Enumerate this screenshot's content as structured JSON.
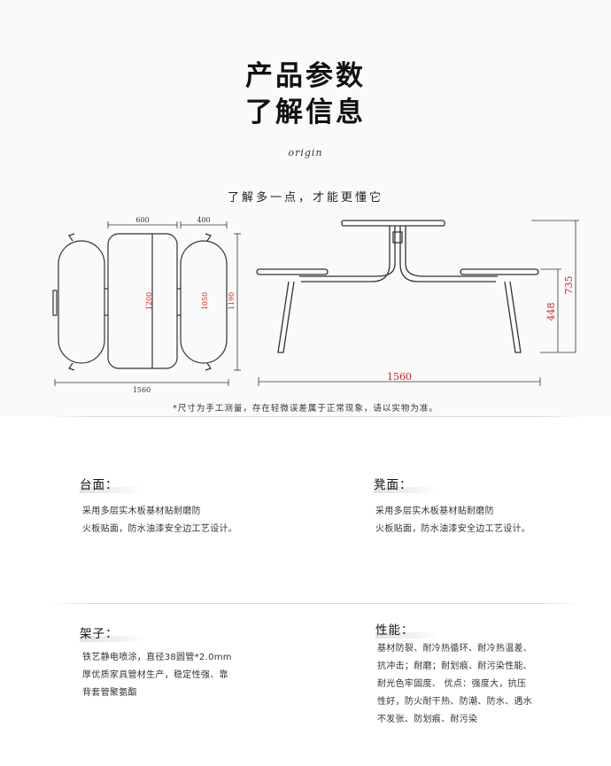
{
  "header": {
    "title_line1": "产品参数",
    "title_line2": "了解信息",
    "origin": "origin",
    "subtitle": "了解多一点，才能更懂它"
  },
  "drawing": {
    "top_view": {
      "dim_table_width": "600",
      "dim_seat_width": "400",
      "dim_table_length": "1200",
      "dim_seat_length": "1050",
      "dim_seat_overall": "1190",
      "dim_total_width": "1560"
    },
    "side_view": {
      "dim_total_length": "1560",
      "dim_seat_height": "448",
      "dim_table_height": "735"
    },
    "accent_color": "#e02020",
    "line_color": "#333333"
  },
  "note": "*尺寸为手工测量，存在轻微误差属于正常现象，请以实物为准。",
  "sections": {
    "table_top": {
      "title": "台面：",
      "lines": [
        "采用多层实木板基材贴耐磨防",
        "火板贴面，防水油漆安全边工艺设计。"
      ]
    },
    "stool_top": {
      "title": "凳面：",
      "lines": [
        "采用多层实木板基材贴耐磨防",
        "火板贴面，防水油漆安全边工艺设计。"
      ]
    },
    "frame": {
      "title": "架子：",
      "lines": [
        "铁艺静电喷涂，直径38圆管*2.0mm",
        "厚优质家具管材生产，稳定性强、靠",
        "背套管聚氨酯"
      ]
    },
    "performance": {
      "title": "性能：",
      "lines": [
        "基材防裂、耐冷热循环、耐冷热温差、",
        "抗冲击；耐磨；耐划痕、耐污染性能、",
        "耐光色牢固度、 优点：强度大，抗压",
        "性好，防火耐干热、防潮、防水、遇水",
        "不发张、防划痕、耐污染"
      ]
    }
  }
}
